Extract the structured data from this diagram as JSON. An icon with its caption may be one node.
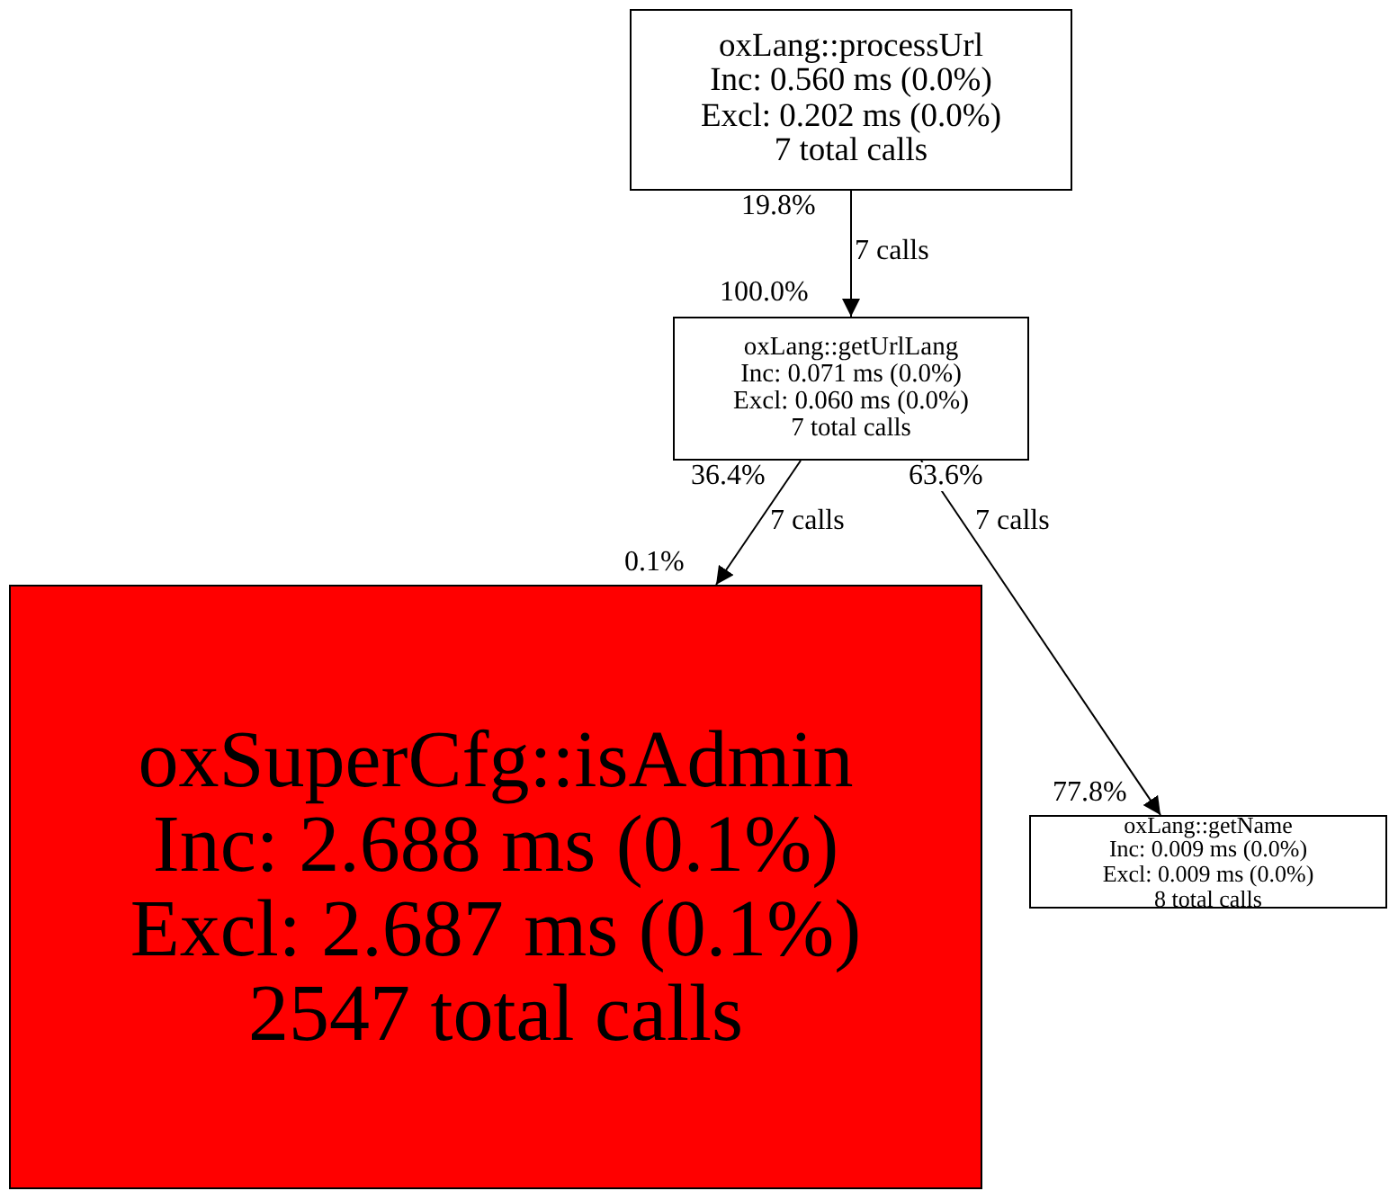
{
  "diagram": {
    "nodes": [
      {
        "text": [
          "oxLang::processUrl",
          "Inc: 0.560 ms (0.0%)",
          "Excl: 0.202 ms (0.0%)",
          "7 total calls"
        ]
      },
      {
        "text": [
          "oxLang::getUrlLang",
          "Inc: 0.071 ms (0.0%)",
          "Excl: 0.060 ms (0.0%)",
          "7 total calls"
        ]
      },
      {
        "text": [
          "oxSuperCfg::isAdmin",
          "Inc: 2.688 ms (0.1%)",
          "Excl: 2.687 ms (0.1%)",
          "2547 total calls"
        ]
      },
      {
        "text": [
          "oxLang::getName",
          "Inc: 0.009 ms (0.0%)",
          "Excl: 0.009 ms (0.0%)",
          "8 total calls"
        ]
      }
    ],
    "edges": [
      {
        "from": 0,
        "to": 1,
        "arrow": "to",
        "label": "7 calls"
      },
      {
        "from": 1,
        "to": 2,
        "arrow": "to",
        "label": "7 calls"
      },
      {
        "from": 1,
        "to": 3,
        "arrow": "to",
        "label": "7 calls"
      }
    ],
    "labels": [
      "19.8%",
      "100.0%",
      "36.4%",
      "63.6%",
      "0.1%",
      "77.8%"
    ]
  }
}
